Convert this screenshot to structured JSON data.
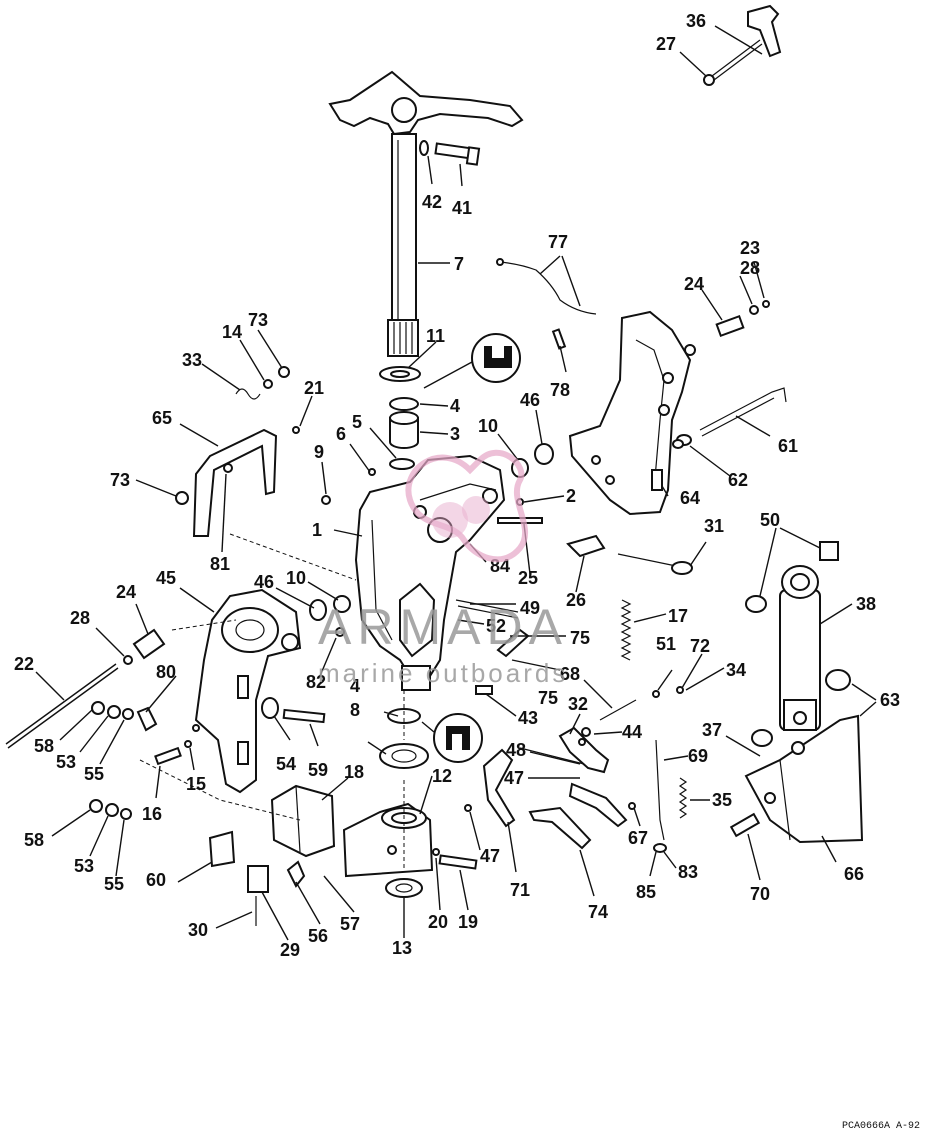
{
  "diagram": {
    "watermark": {
      "brand": "ARMADA",
      "tagline": "marine outboards",
      "brand_color": "#e6a8c8"
    },
    "reference_code": "PCA0666A  A-92",
    "callouts": [
      {
        "id": "c1",
        "text": "1"
      },
      {
        "id": "c2",
        "text": "2"
      },
      {
        "id": "c3",
        "text": "3"
      },
      {
        "id": "c4a",
        "text": "4"
      },
      {
        "id": "c4b",
        "text": "4"
      },
      {
        "id": "c5",
        "text": "5"
      },
      {
        "id": "c6",
        "text": "6"
      },
      {
        "id": "c7",
        "text": "7"
      },
      {
        "id": "c8",
        "text": "8"
      },
      {
        "id": "c9",
        "text": "9"
      },
      {
        "id": "c10a",
        "text": "10"
      },
      {
        "id": "c10b",
        "text": "10"
      },
      {
        "id": "c11",
        "text": "11"
      },
      {
        "id": "c12",
        "text": "12"
      },
      {
        "id": "c13",
        "text": "13"
      },
      {
        "id": "c14",
        "text": "14"
      },
      {
        "id": "c15",
        "text": "15"
      },
      {
        "id": "c16",
        "text": "16"
      },
      {
        "id": "c17",
        "text": "17"
      },
      {
        "id": "c18",
        "text": "18"
      },
      {
        "id": "c19",
        "text": "19"
      },
      {
        "id": "c20",
        "text": "20"
      },
      {
        "id": "c21",
        "text": "21"
      },
      {
        "id": "c22",
        "text": "22"
      },
      {
        "id": "c23",
        "text": "23"
      },
      {
        "id": "c24a",
        "text": "24"
      },
      {
        "id": "c24b",
        "text": "24"
      },
      {
        "id": "c25",
        "text": "25"
      },
      {
        "id": "c26",
        "text": "26"
      },
      {
        "id": "c27",
        "text": "27"
      },
      {
        "id": "c28a",
        "text": "28"
      },
      {
        "id": "c28b",
        "text": "28"
      },
      {
        "id": "c29",
        "text": "29"
      },
      {
        "id": "c30",
        "text": "30"
      },
      {
        "id": "c31",
        "text": "31"
      },
      {
        "id": "c32",
        "text": "32"
      },
      {
        "id": "c33",
        "text": "33"
      },
      {
        "id": "c34",
        "text": "34"
      },
      {
        "id": "c35",
        "text": "35"
      },
      {
        "id": "c36",
        "text": "36"
      },
      {
        "id": "c37",
        "text": "37"
      },
      {
        "id": "c38",
        "text": "38"
      },
      {
        "id": "c41",
        "text": "41"
      },
      {
        "id": "c42",
        "text": "42"
      },
      {
        "id": "c43",
        "text": "43"
      },
      {
        "id": "c44",
        "text": "44"
      },
      {
        "id": "c45",
        "text": "45"
      },
      {
        "id": "c46a",
        "text": "46"
      },
      {
        "id": "c46b",
        "text": "46"
      },
      {
        "id": "c47a",
        "text": "47"
      },
      {
        "id": "c47b",
        "text": "47"
      },
      {
        "id": "c48",
        "text": "48"
      },
      {
        "id": "c49",
        "text": "49"
      },
      {
        "id": "c50",
        "text": "50"
      },
      {
        "id": "c51",
        "text": "51"
      },
      {
        "id": "c52",
        "text": "52"
      },
      {
        "id": "c53a",
        "text": "53"
      },
      {
        "id": "c53b",
        "text": "53"
      },
      {
        "id": "c54",
        "text": "54"
      },
      {
        "id": "c55a",
        "text": "55"
      },
      {
        "id": "c55b",
        "text": "55"
      },
      {
        "id": "c56",
        "text": "56"
      },
      {
        "id": "c57",
        "text": "57"
      },
      {
        "id": "c58a",
        "text": "58"
      },
      {
        "id": "c58b",
        "text": "58"
      },
      {
        "id": "c59",
        "text": "59"
      },
      {
        "id": "c60",
        "text": "60"
      },
      {
        "id": "c61",
        "text": "61"
      },
      {
        "id": "c62",
        "text": "62"
      },
      {
        "id": "c63",
        "text": "63"
      },
      {
        "id": "c64",
        "text": "64"
      },
      {
        "id": "c65",
        "text": "65"
      },
      {
        "id": "c66",
        "text": "66"
      },
      {
        "id": "c67",
        "text": "67"
      },
      {
        "id": "c68",
        "text": "68"
      },
      {
        "id": "c69",
        "text": "69"
      },
      {
        "id": "c70",
        "text": "70"
      },
      {
        "id": "c71",
        "text": "71"
      },
      {
        "id": "c72",
        "text": "72"
      },
      {
        "id": "c73a",
        "text": "73"
      },
      {
        "id": "c73b",
        "text": "73"
      },
      {
        "id": "c74",
        "text": "74"
      },
      {
        "id": "c75a",
        "text": "75"
      },
      {
        "id": "c75b",
        "text": "75"
      },
      {
        "id": "c77",
        "text": "77"
      },
      {
        "id": "c78",
        "text": "78"
      },
      {
        "id": "c80",
        "text": "80"
      },
      {
        "id": "c81",
        "text": "81"
      },
      {
        "id": "c82",
        "text": "82"
      },
      {
        "id": "c83",
        "text": "83"
      },
      {
        "id": "c84",
        "text": "84"
      },
      {
        "id": "c85",
        "text": "85"
      }
    ]
  }
}
